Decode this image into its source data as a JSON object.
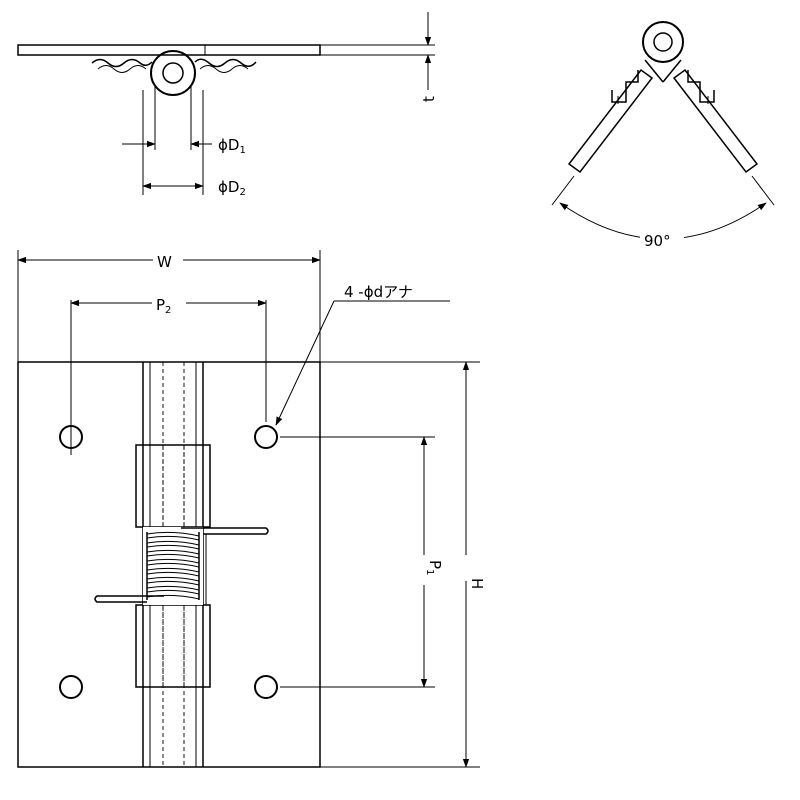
{
  "labels": {
    "phi": "ϕ",
    "D1": "D",
    "D1_sub": "1",
    "D2": "D",
    "D2_sub": "2",
    "t": "t",
    "W": "W",
    "P2": "P",
    "P2_sub": "2",
    "hole_note": "4 -ϕdアナ",
    "P1": "P",
    "P1_sub": "1",
    "H": "H",
    "angle": "90°"
  }
}
